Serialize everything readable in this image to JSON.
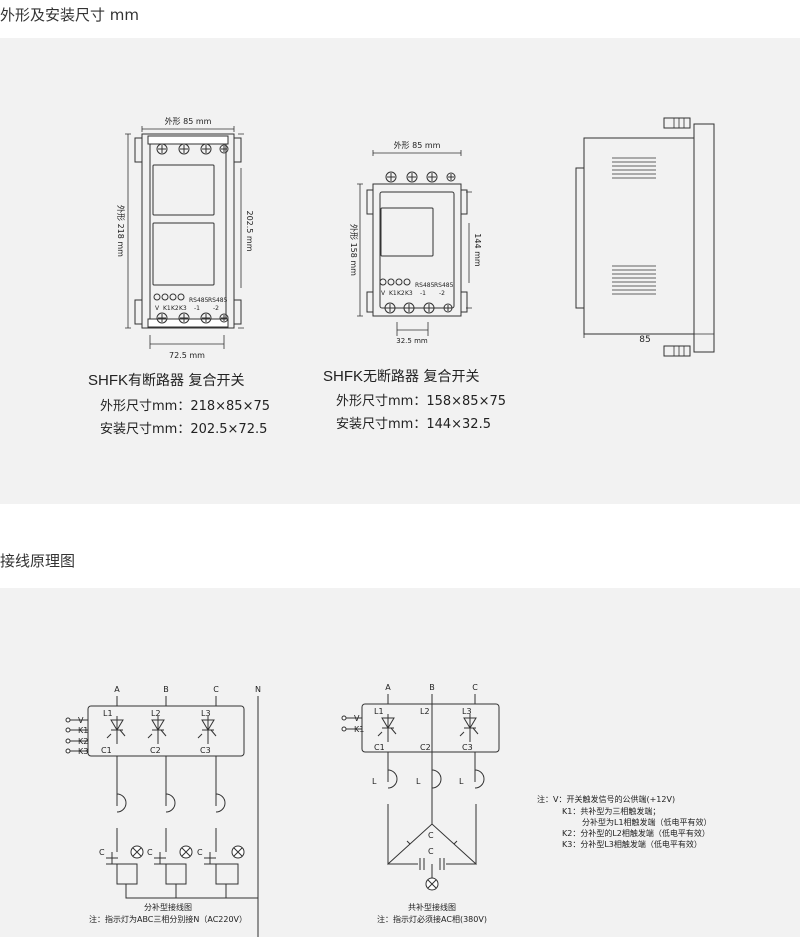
{
  "section1": {
    "title": "外形及安装尺寸 mm",
    "device1": {
      "width_label": "外形 85 mm",
      "height_label": "外形 218 mm",
      "inner_height_label": "202.5 mm",
      "mount_width_label": "72.5 mm",
      "terminal_labels": [
        "V",
        "K1",
        "K2",
        "K3"
      ],
      "rs485_top": [
        "RS485",
        "RS485"
      ],
      "rs485_bottom": [
        "-1",
        "-2"
      ],
      "caption_prefix": "SHFK",
      "caption_suffix": "有断路器 复合开关",
      "dim_line": "外形尺寸mm：218×85×75",
      "mount_line": "安装尺寸mm：202.5×72.5"
    },
    "device2": {
      "width_label": "外形 85 mm",
      "height_label": "外形 158 mm",
      "inner_height_label": "144 mm",
      "mount_width_label": "32.5 mm",
      "terminal_labels": [
        "V",
        "K1",
        "K2",
        "K3"
      ],
      "rs485_top": [
        "RS485",
        "RS485"
      ],
      "rs485_bottom": [
        "-1",
        "-2"
      ],
      "caption_prefix": "SHFK",
      "caption_suffix": "无断路器 复合开关",
      "dim_line": "外形尺寸mm：158×85×75",
      "mount_line": "安装尺寸mm：144×32.5"
    },
    "side_view": {
      "depth_label": "85"
    }
  },
  "section2": {
    "title": "接线原理图",
    "split": {
      "phases": [
        "A",
        "B",
        "C",
        "N"
      ],
      "inputs": [
        "V",
        "K1",
        "K2",
        "K3"
      ],
      "top_terms": [
        "L1",
        "L2",
        "L3"
      ],
      "bottom_terms": [
        "C1",
        "C2",
        "C3"
      ],
      "cap_label": "C",
      "caption": "分补型接线图",
      "note": "注：指示灯为ABC三相分别接N（AC220V）"
    },
    "common": {
      "phases": [
        "A",
        "B",
        "C"
      ],
      "inputs": [
        "V",
        "K1"
      ],
      "top_terms": [
        "L1",
        "L2",
        "L3"
      ],
      "bottom_terms": [
        "C1",
        "C2",
        "C3"
      ],
      "inductor_label": "L",
      "cap_label": "C",
      "caption": "共补型接线图",
      "note": "注：指示灯必须接AC相(380V)"
    },
    "notes": [
      "注：V：开关触发信号的公供端(+12V)",
      "K1：共补型为三相触发端；",
      "分补型为L1相触发端（低电平有效）",
      "K2：分补型的L2相触发端（低电平有效）",
      "K3：分补型L3相触发端（低电平有效）"
    ]
  }
}
